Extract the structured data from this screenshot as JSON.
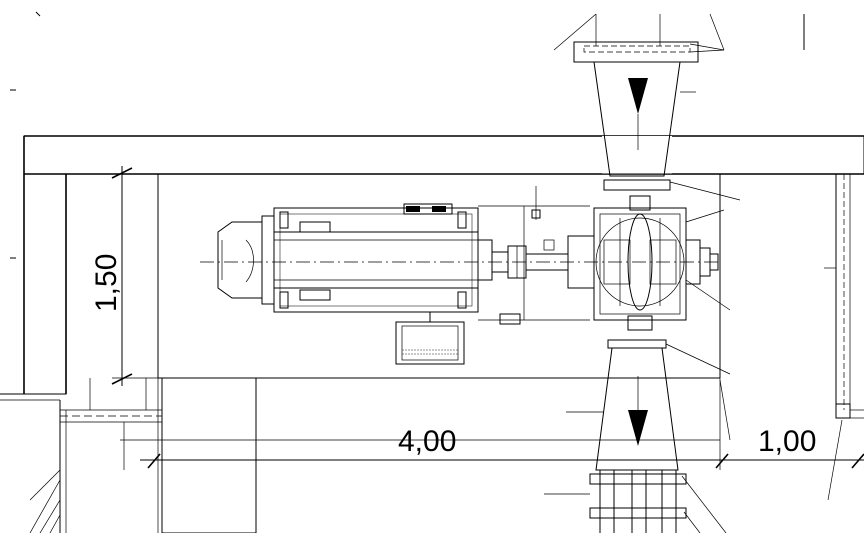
{
  "drawing": {
    "type": "pump-room-plan",
    "dimensions": {
      "pit_width": "1,50",
      "length_main": "4,00",
      "length_side": "1,00"
    },
    "colors": {
      "line": "#000000",
      "background": "#ffffff"
    },
    "flow_direction": "down"
  }
}
